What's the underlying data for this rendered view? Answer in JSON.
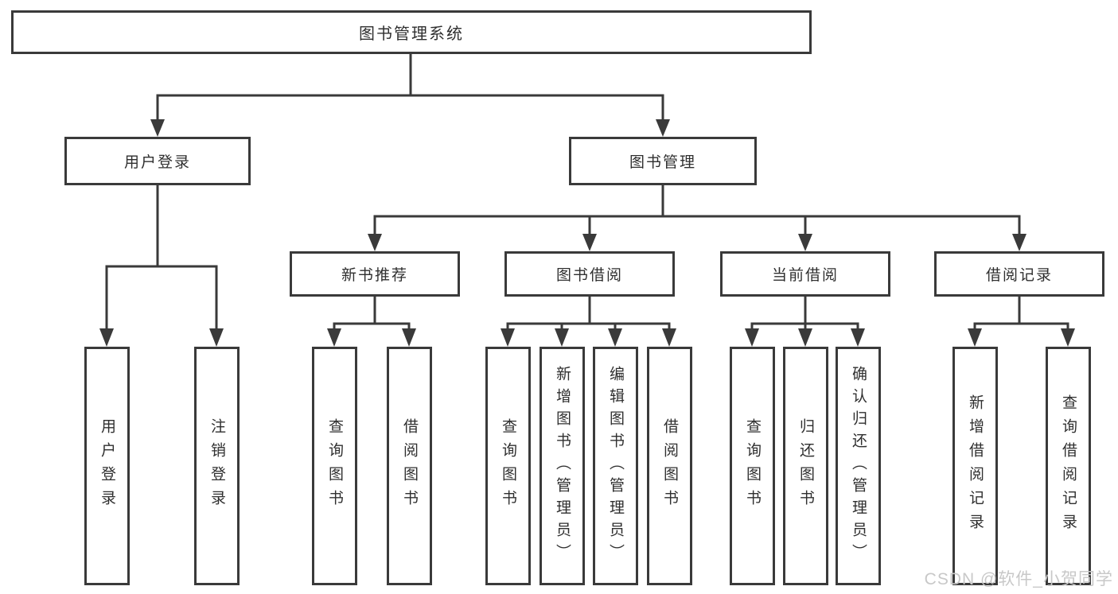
{
  "colors": {
    "line": "#3a3a3a",
    "text": "#2f2f2f",
    "background": "#ffffff",
    "watermark": "#c8c8c8"
  },
  "watermark": "CSDN @软件_小贺同学",
  "tree": {
    "root": "图书管理系统",
    "branches": [
      {
        "label": "用户登录",
        "leaves": [
          "用户登录",
          "注销登录"
        ]
      },
      {
        "label": "图书管理",
        "sections": [
          {
            "label": "新书推荐",
            "leaves": [
              "查询图书",
              "借阅图书"
            ]
          },
          {
            "label": "图书借阅",
            "leaves": [
              "查询图书",
              "新增图书（管理员）",
              "编辑图书（管理员）",
              "借阅图书"
            ]
          },
          {
            "label": "当前借阅",
            "leaves": [
              "查询图书",
              "归还图书",
              "确认归还（管理员）"
            ]
          },
          {
            "label": "借阅记录",
            "leaves": [
              "新增借阅记录",
              "查询借阅记录"
            ]
          }
        ]
      }
    ]
  }
}
